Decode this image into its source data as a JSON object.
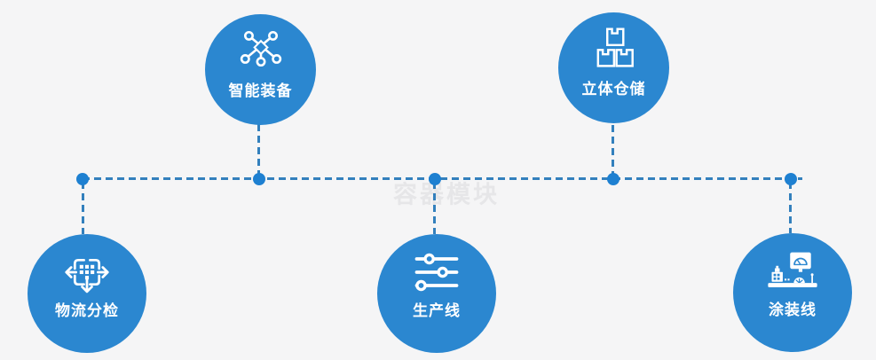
{
  "colors": {
    "background": "#f5f5f6",
    "circle_blue": "#2b87d0",
    "connector_blue": "#3380bd",
    "dot_blue": "#1e80d1",
    "label_white": "#ffffff",
    "watermark_gray": "#e6e6e8"
  },
  "watermark": {
    "text": "容器模块"
  },
  "nodes": [
    {
      "id": "smart-equipment",
      "label": "智能装备",
      "icon": "network-nodes-icon",
      "row": "top"
    },
    {
      "id": "warehouse",
      "label": "立体仓储",
      "icon": "stacked-boxes-icon",
      "row": "top"
    },
    {
      "id": "logistics-sorting",
      "label": "物流分检",
      "icon": "sorting-arrows-icon",
      "row": "bottom"
    },
    {
      "id": "production-line",
      "label": "生产线",
      "icon": "sliders-icon",
      "row": "bottom"
    },
    {
      "id": "painting-line",
      "label": "涂装线",
      "icon": "machine-gauge-icon",
      "row": "bottom"
    }
  ]
}
